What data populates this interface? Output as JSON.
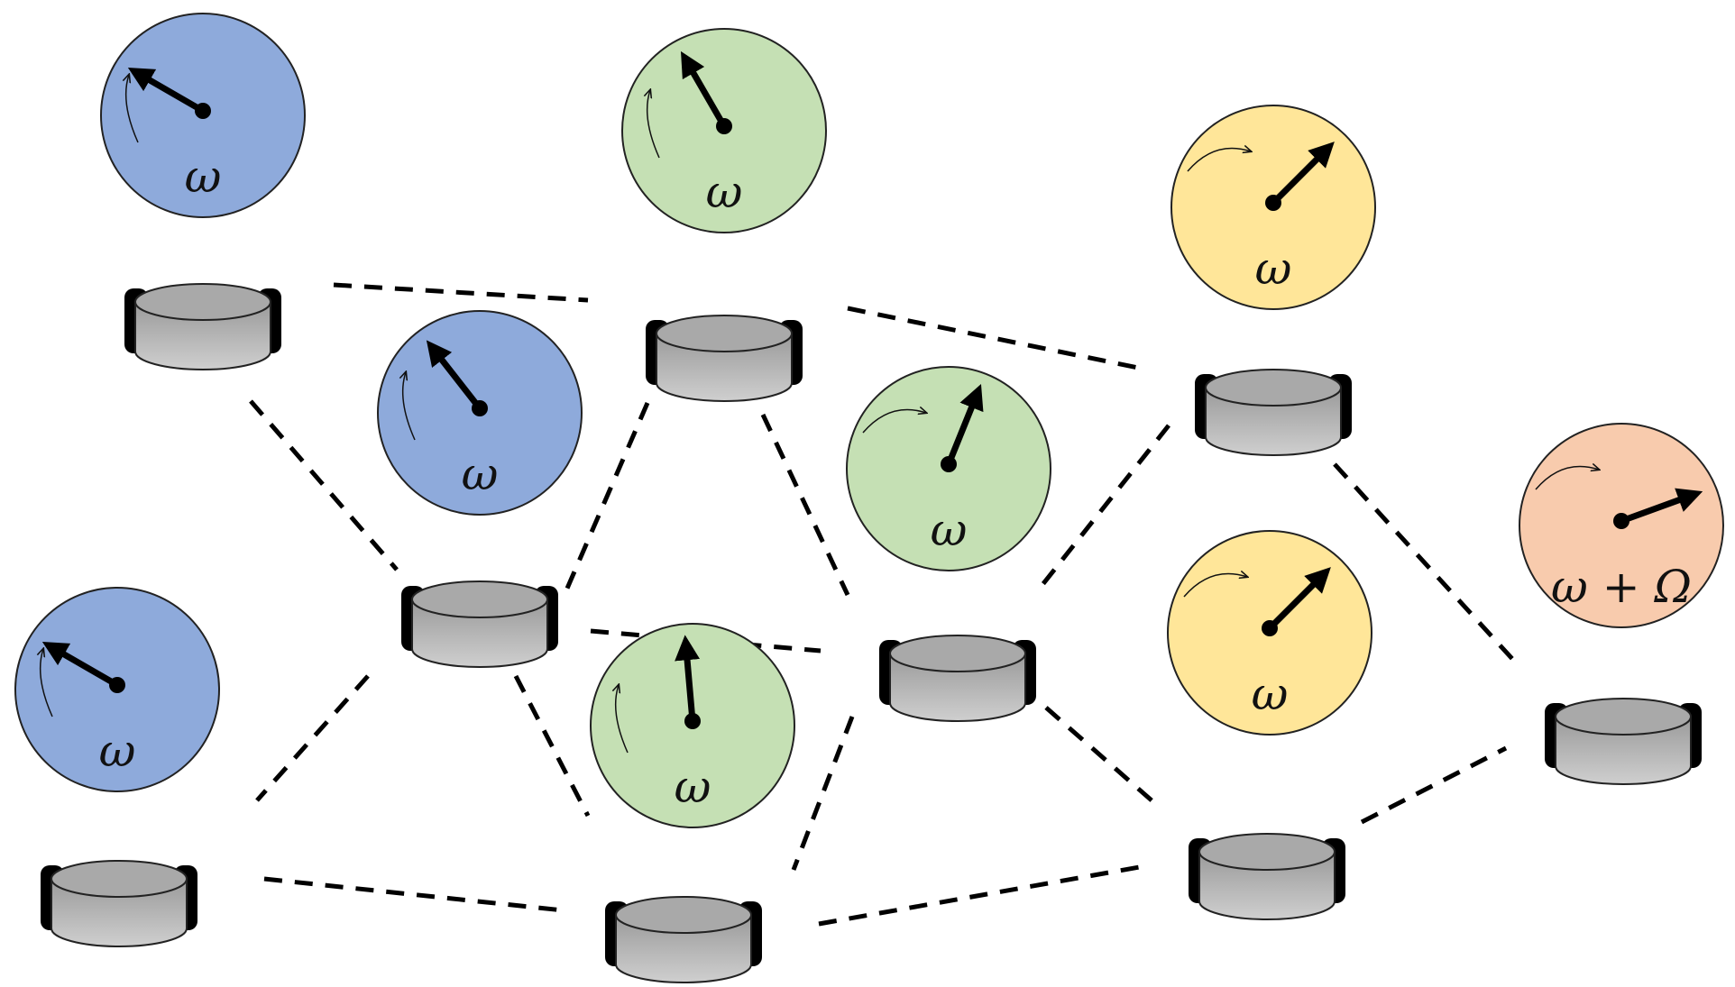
{
  "diagram": {
    "colors": {
      "blue": "#8EAADB",
      "green": "#C5E0B4",
      "yellow": "#FFE699",
      "orange": "#F8CBAD",
      "robot_gray": "#A6A6A6",
      "edge": "#000000"
    },
    "nodes": [
      {
        "id": "n1",
        "group": "blue",
        "label": "ω",
        "hand_angle_deg": 150,
        "rotation": "ccw"
      },
      {
        "id": "n2",
        "group": "green",
        "label": "ω",
        "hand_angle_deg": 120,
        "rotation": "ccw"
      },
      {
        "id": "n3",
        "group": "yellow",
        "label": "ω",
        "hand_angle_deg": 45,
        "rotation": "cw"
      },
      {
        "id": "n4",
        "group": "blue",
        "label": "ω",
        "hand_angle_deg": 128,
        "rotation": "ccw"
      },
      {
        "id": "n5",
        "group": "green",
        "label": "ω",
        "hand_angle_deg": 68,
        "rotation": "cw"
      },
      {
        "id": "n6",
        "group": "orange",
        "label": "ω  + Ω",
        "hand_angle_deg": 20,
        "rotation": "cw"
      },
      {
        "id": "n7",
        "group": "blue",
        "label": "ω",
        "hand_angle_deg": 150,
        "rotation": "ccw"
      },
      {
        "id": "n8",
        "group": "green",
        "label": "ω",
        "hand_angle_deg": 95,
        "rotation": "ccw"
      },
      {
        "id": "n9",
        "group": "yellow",
        "label": "ω",
        "hand_angle_deg": 45,
        "rotation": "cw"
      },
      {
        "id": "n10",
        "group": "none",
        "label": "",
        "hand_angle_deg": null,
        "rotation": "none"
      }
    ],
    "edges": [
      [
        "n1",
        "n2"
      ],
      [
        "n2",
        "n3"
      ],
      [
        "n1",
        "n4"
      ],
      [
        "n2",
        "n4"
      ],
      [
        "n2",
        "n5"
      ],
      [
        "n3",
        "n5"
      ],
      [
        "n3",
        "n6"
      ],
      [
        "n4",
        "n7"
      ],
      [
        "n4",
        "n8"
      ],
      [
        "n4",
        "n10"
      ],
      [
        "n5",
        "n8"
      ],
      [
        "n7",
        "n10"
      ],
      [
        "n5",
        "n10"
      ],
      [
        "n5",
        "n9"
      ],
      [
        "n9",
        "n6"
      ],
      [
        "n9",
        "n10"
      ]
    ]
  }
}
